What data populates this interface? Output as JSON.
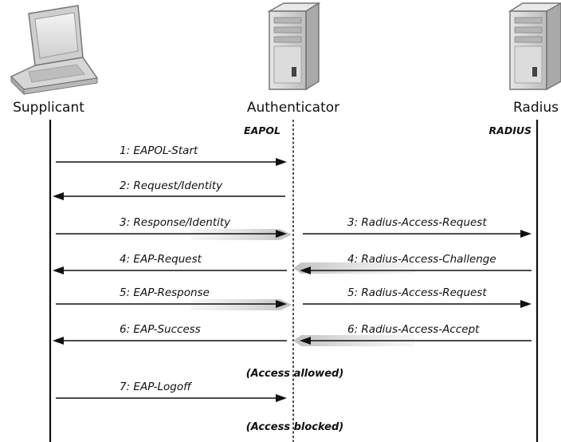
{
  "entities": {
    "supplicant": "Supplicant",
    "authenticator": "Authenticator",
    "radius": "Radius"
  },
  "protocols": {
    "left": "EAPOL",
    "right": "RADIUS"
  },
  "messages": [
    {
      "step": 1,
      "label": "1: EAPOL-Start",
      "from": "supplicant",
      "to": "authenticator"
    },
    {
      "step": 2,
      "label": "2: Request/Identity",
      "from": "authenticator",
      "to": "supplicant"
    },
    {
      "step": 3,
      "label": "3: Response/Identity",
      "from": "supplicant",
      "to": "authenticator"
    },
    {
      "step": 3,
      "label": "3: Radius-Access-Request",
      "from": "authenticator",
      "to": "radius"
    },
    {
      "step": 4,
      "label": "4: EAP-Request",
      "from": "authenticator",
      "to": "supplicant"
    },
    {
      "step": 4,
      "label": "4: Radius-Access-Challenge",
      "from": "radius",
      "to": "authenticator"
    },
    {
      "step": 5,
      "label": "5: EAP-Response",
      "from": "supplicant",
      "to": "authenticator"
    },
    {
      "step": 5,
      "label": "5: Radius-Access-Request",
      "from": "authenticator",
      "to": "radius"
    },
    {
      "step": 6,
      "label": "6: EAP-Success",
      "from": "authenticator",
      "to": "supplicant"
    },
    {
      "step": 6,
      "label": "6: Radius-Access-Accept",
      "from": "radius",
      "to": "authenticator"
    },
    {
      "step": 7,
      "label": "7: EAP-Logoff",
      "from": "supplicant",
      "to": "authenticator"
    }
  ],
  "notes": {
    "access_allowed": "(Access allowed)",
    "access_blocked": "(Access blocked)"
  },
  "icons": {
    "supplicant": "laptop-icon",
    "authenticator": "server-tower-icon",
    "radius": "server-tower-icon"
  },
  "colors": {
    "line": "#111111",
    "relay_band": "#c8c8c8"
  }
}
